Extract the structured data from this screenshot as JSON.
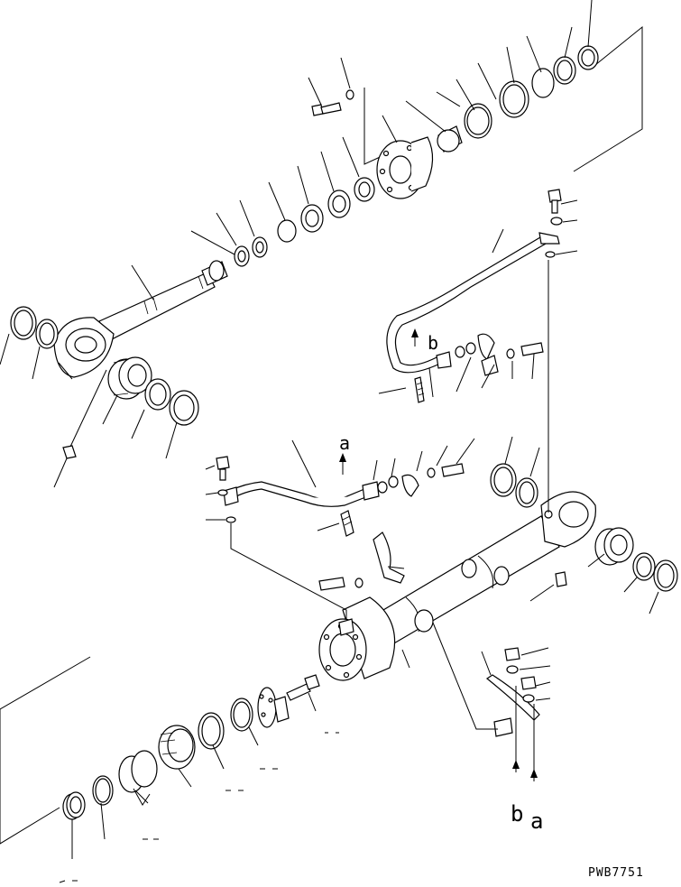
{
  "diagram": {
    "flow_label_a": "a",
    "flow_label_b": "b",
    "bottom_label_b": "b",
    "bottom_label_a": "a",
    "drawing_number": "PWB7751"
  },
  "colors": {
    "line": "#000000",
    "background": "#ffffff"
  }
}
